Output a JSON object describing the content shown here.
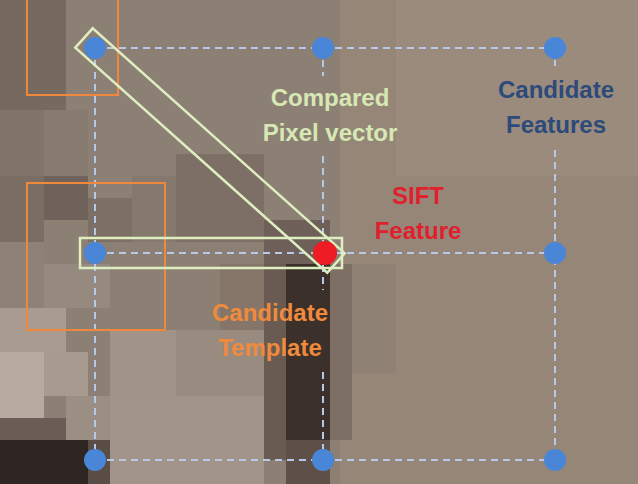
{
  "diagram": {
    "labels": [
      "Compared Pixel vector",
      "Candidate Features",
      "SIFT Feature",
      "Candidate Template"
    ]
  }
}
